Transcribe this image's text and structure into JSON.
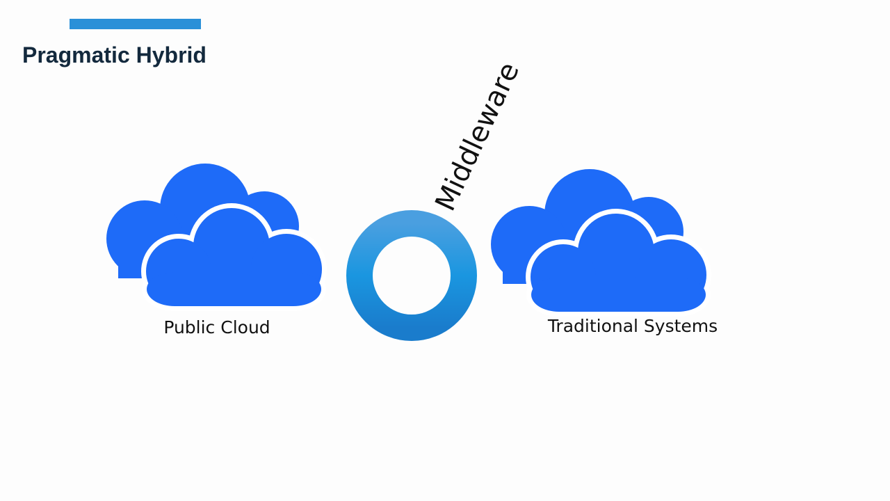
{
  "slide": {
    "title": "Pragmatic Hybrid"
  },
  "diagram": {
    "public_cloud": {
      "label": "Public Cloud",
      "icon": "cloud-icon"
    },
    "middleware": {
      "label": "Middleware",
      "icon": "ring-icon"
    },
    "traditional_systems": {
      "label": "Traditional Systems",
      "icon": "cloud-icon"
    }
  },
  "colors": {
    "accent": "#2a90d8",
    "title": "#13293d",
    "cloud": "#1e6bf8",
    "ring_top": "#4a9fe0",
    "ring_mid": "#1a96e0",
    "ring_bottom": "#1a7ccc",
    "label": "#111111"
  }
}
